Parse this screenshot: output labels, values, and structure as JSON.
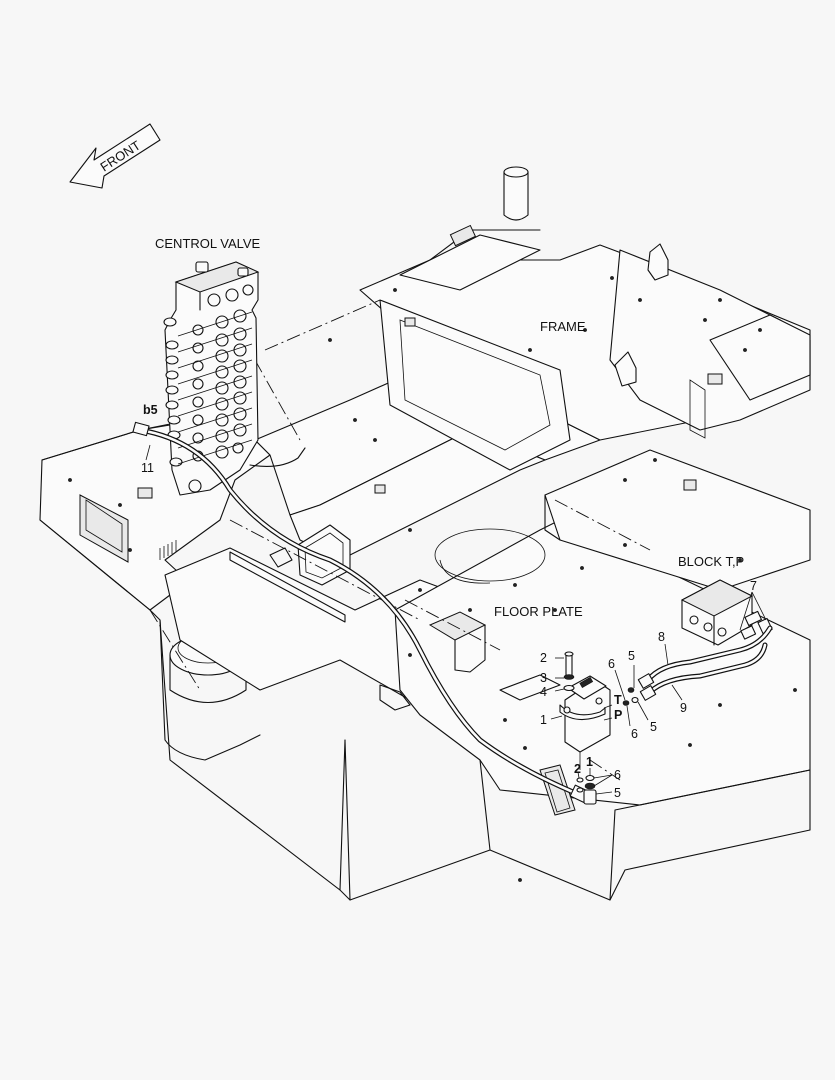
{
  "arrow": {
    "label": "FRONT"
  },
  "labels": {
    "central_valve": "CENTROL VALVE",
    "frame": "FRAME",
    "floor_plate": "FLOOR PLATE",
    "block_tp": "BLOCK T,P"
  },
  "callouts": {
    "b5": "b5",
    "n11": "11",
    "n2_top": "2",
    "n3": "3",
    "n4": "4",
    "n1_left": "1",
    "t_port": "T",
    "p_port": "P",
    "n6_a": "6",
    "n5_a": "5",
    "n6_b": "6",
    "n5_b": "5",
    "n8": "8",
    "n9": "9",
    "n7": "7",
    "n2_bottom": "2",
    "n1_bottom": "1",
    "n6_c": "6",
    "n5_c": "5"
  }
}
